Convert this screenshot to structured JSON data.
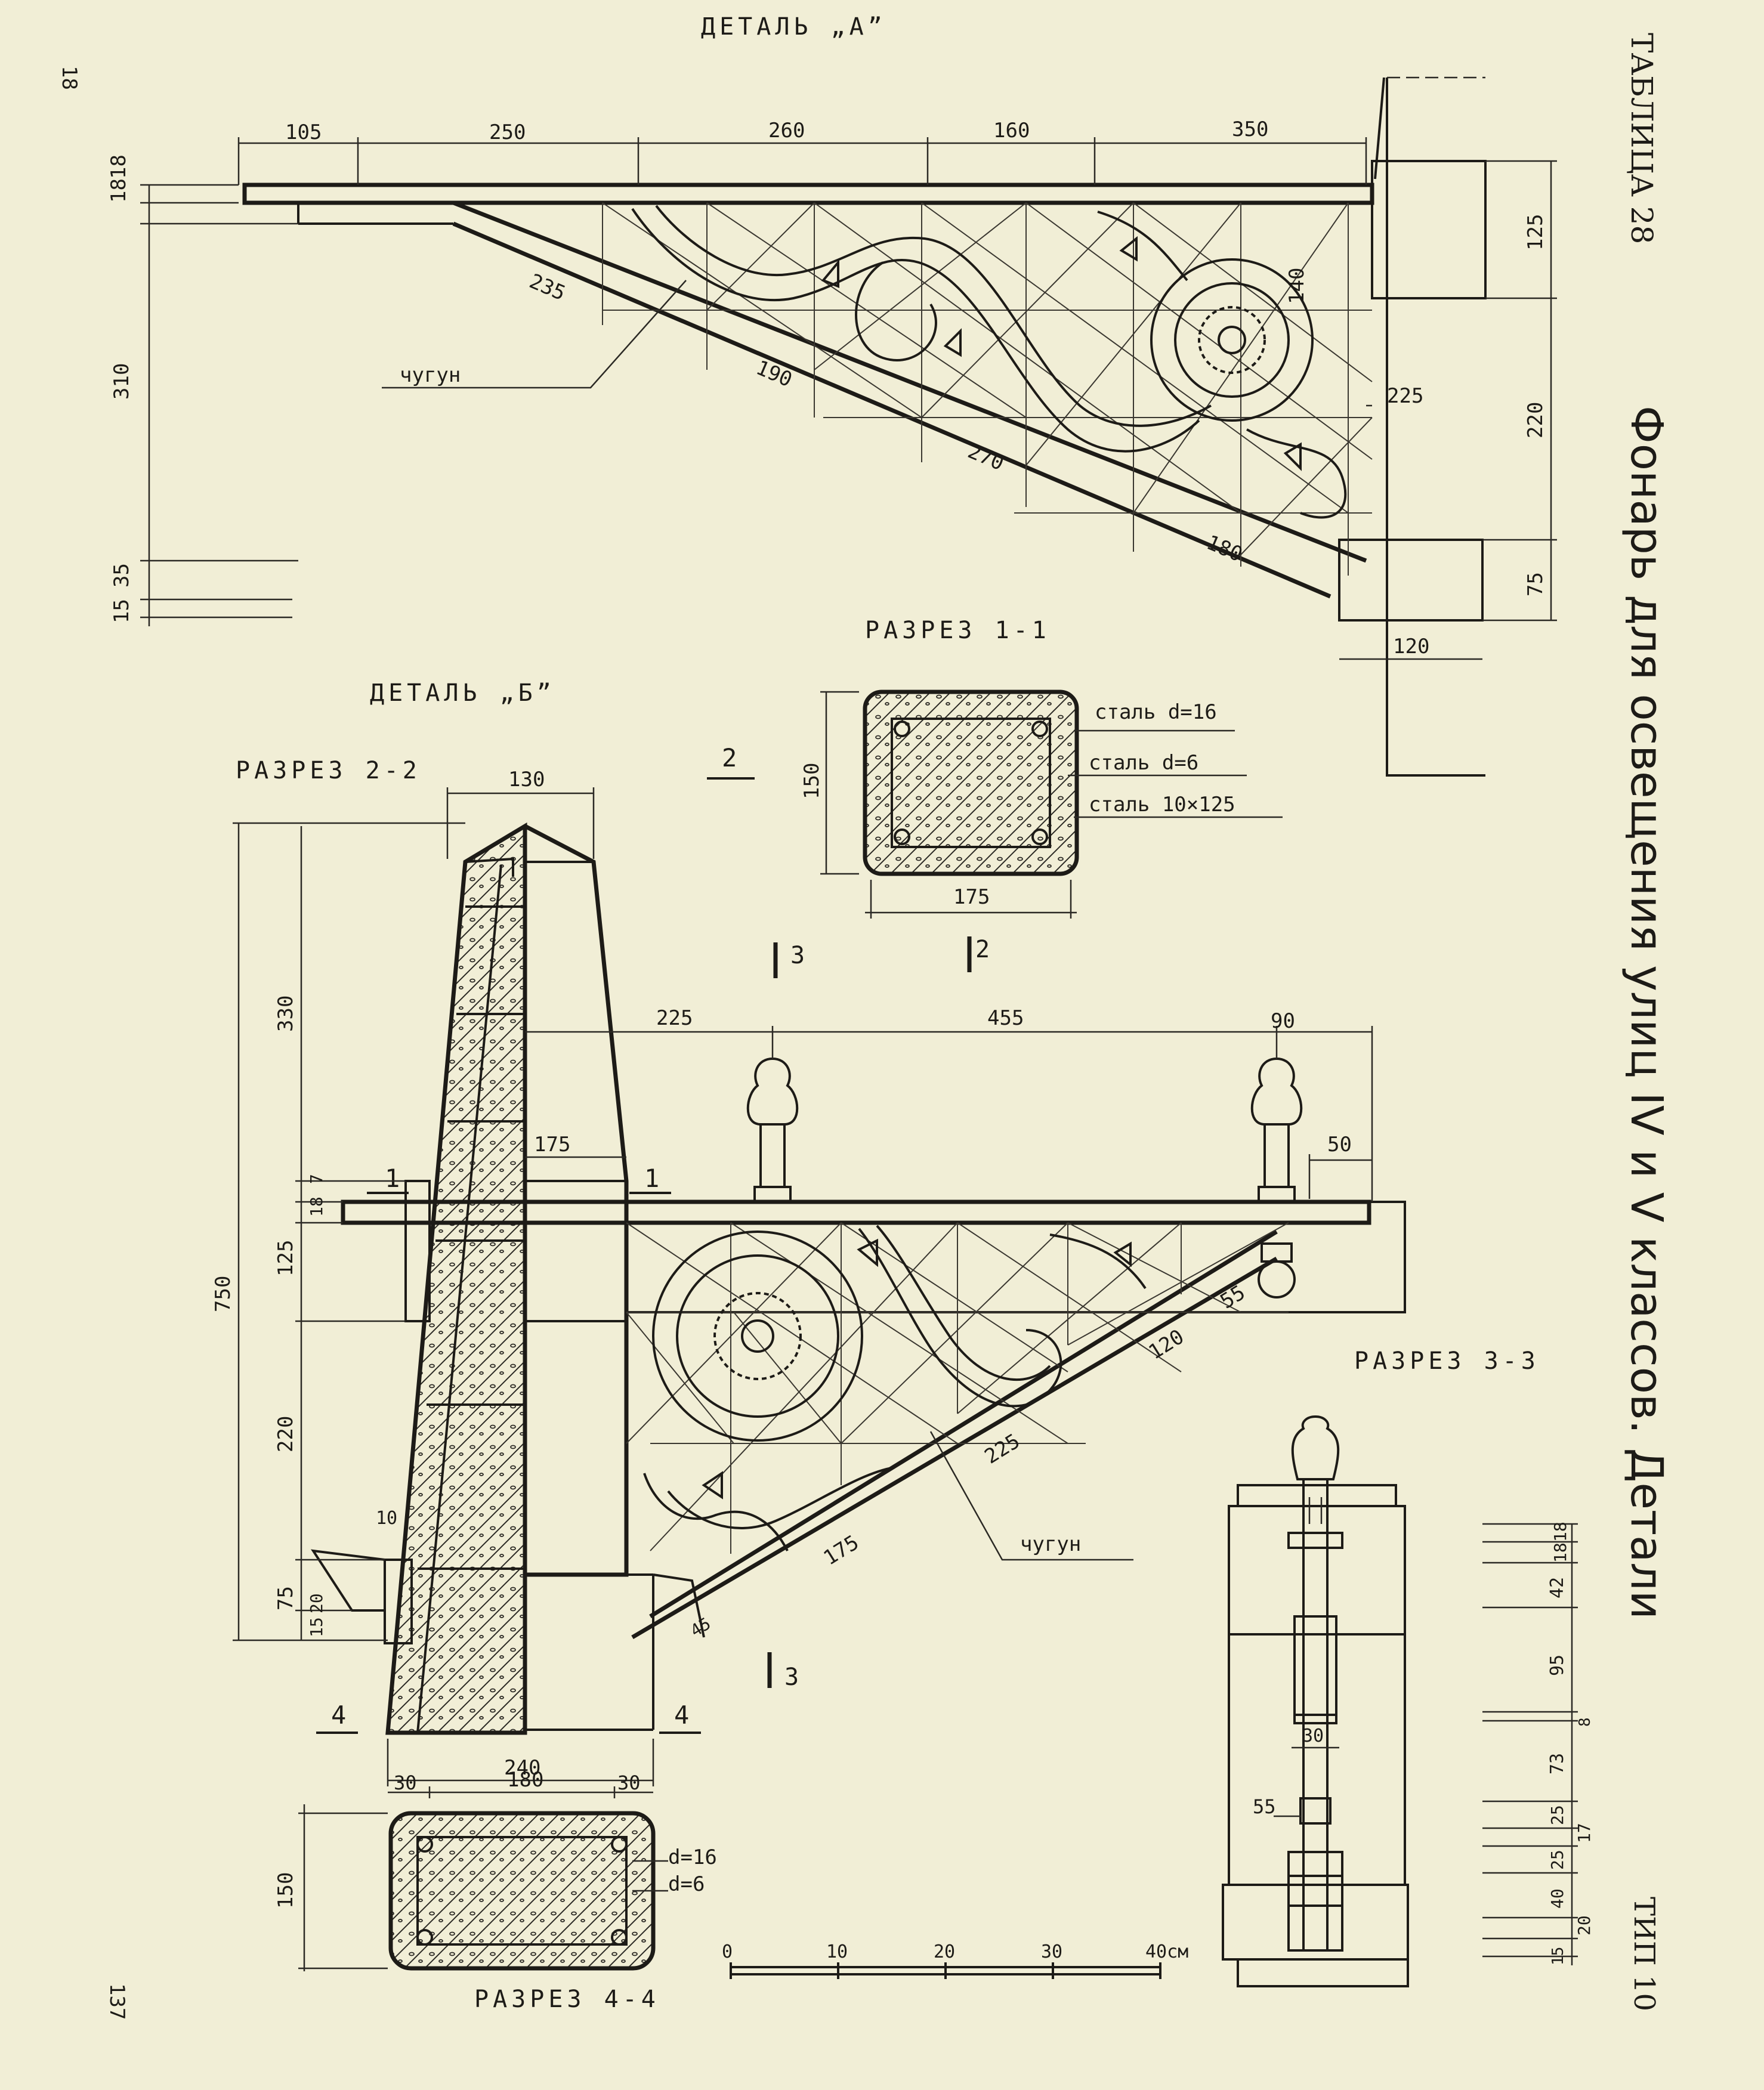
{
  "sheet": {
    "title": "Фонарь для освещения улиц IV и V классов. Детали",
    "table": "ТАБЛИЦА 28",
    "type": "ТИП 10",
    "page_top": "18",
    "page_bottom": "137"
  },
  "details": {
    "a": "ДЕТАЛЬ „А”",
    "b": "ДЕТАЛЬ „Б”"
  },
  "sections": {
    "s11": "РАЗРЕЗ 1-1",
    "s22": "РАЗРЕЗ 2-2",
    "s33": "РАЗРЕЗ 3-3",
    "s44": "РАЗРЕЗ 4-4"
  },
  "materials": {
    "cast_iron_a": "чугун",
    "cast_iron_b": "чугун",
    "steel_16": "сталь d=16",
    "steel_6": "сталь d=6",
    "steel_10x125": "сталь 10×125",
    "d16": "d=16",
    "d6": "d=6"
  },
  "marks": {
    "m1a": "1",
    "m1b": "1",
    "m2a": "2",
    "m2b": "2",
    "m3a": "3",
    "m3b": "3",
    "m4a": "4",
    "m4b": "4"
  },
  "dims_a": {
    "top": [
      "105",
      "250",
      "260",
      "160",
      "350"
    ],
    "left": [
      "18",
      "18",
      "310",
      "35",
      "15"
    ],
    "right": [
      "125",
      "220",
      "75"
    ],
    "diag": [
      "235",
      "190",
      "270",
      "180"
    ],
    "inner": [
      "140",
      "225",
      "120"
    ]
  },
  "dims_s11": {
    "height": "150",
    "width": "175"
  },
  "dims_b": {
    "top": [
      "130",
      "225",
      "455",
      "90",
      "175",
      "50"
    ],
    "left": [
      "750",
      "330",
      "7",
      "18",
      "125",
      "220",
      "75",
      "20",
      "15",
      "10"
    ],
    "diag": [
      "55",
      "120",
      "225",
      "175",
      "45"
    ],
    "bottom": [
      "240",
      "30",
      "180",
      "30"
    ]
  },
  "dims_s44": {
    "height": "150"
  },
  "dims_s33": {
    "chain": [
      "18",
      "18",
      "42",
      "95",
      "8",
      "73",
      "25",
      "17",
      "25",
      "40",
      "20",
      "15"
    ],
    "inner": [
      "30",
      "55"
    ]
  },
  "scale": {
    "ticks": [
      "0",
      "10",
      "20",
      "30"
    ],
    "end": "40см"
  }
}
